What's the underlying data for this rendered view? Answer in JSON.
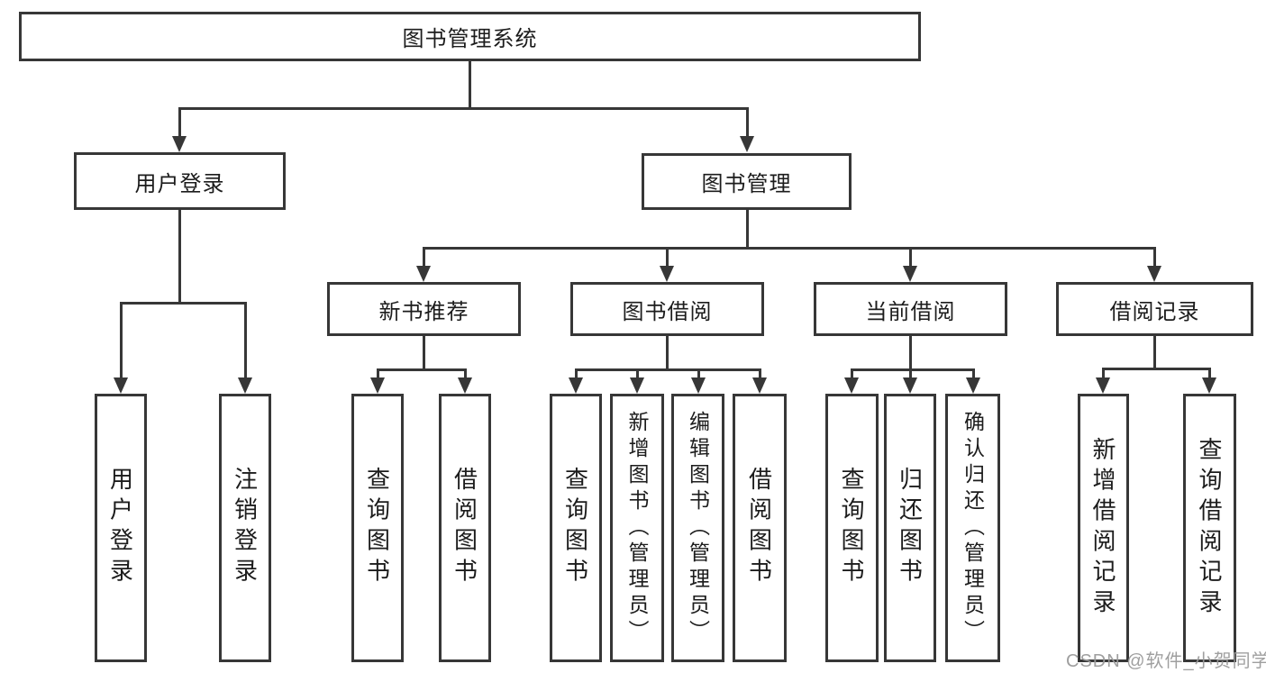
{
  "tree": {
    "label": "图书管理系统",
    "children": [
      {
        "label": "用户登录",
        "children": [
          {
            "label": "用户登录"
          },
          {
            "label": "注销登录"
          }
        ]
      },
      {
        "label": "图书管理",
        "children": [
          {
            "label": "新书推荐",
            "children": [
              {
                "label": "查询图书"
              },
              {
                "label": "借阅图书"
              }
            ]
          },
          {
            "label": "图书借阅",
            "children": [
              {
                "label": "查询图书"
              },
              {
                "label": "新增图书（管理员）"
              },
              {
                "label": "编辑图书（管理员）"
              },
              {
                "label": "借阅图书"
              }
            ]
          },
          {
            "label": "当前借阅",
            "children": [
              {
                "label": "查询图书"
              },
              {
                "label": "归还图书"
              },
              {
                "label": "确认归还（管理员）"
              }
            ]
          },
          {
            "label": "借阅记录",
            "children": [
              {
                "label": "新增借阅记录"
              },
              {
                "label": "查询借阅记录"
              }
            ]
          }
        ]
      }
    ]
  },
  "watermark": "CSDN @软件_小贺同学",
  "colors": {
    "line": "#373737",
    "box_border": "#373737",
    "text": "#1c1c1c",
    "watermark": "#9a9a9a",
    "background": "#ffffff"
  }
}
